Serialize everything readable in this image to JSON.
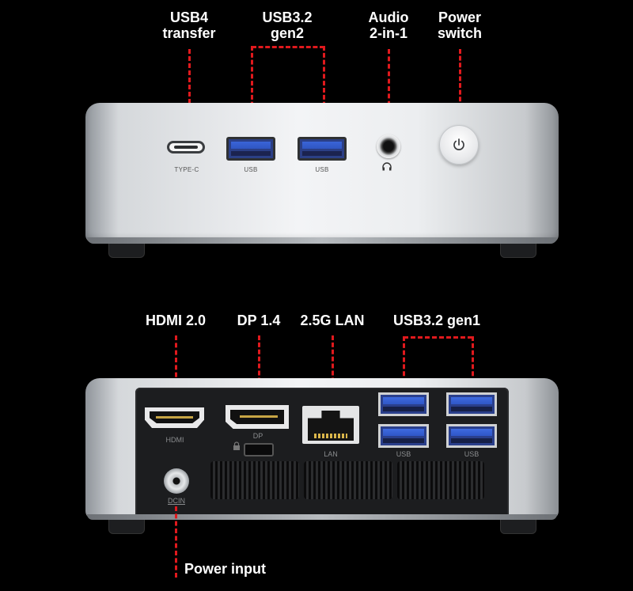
{
  "front": {
    "labels": {
      "usb4": [
        "USB4",
        "transfer"
      ],
      "usb32gen2": [
        "USB3.2",
        "gen2"
      ],
      "audio": [
        "Audio",
        "2-in-1"
      ],
      "power": [
        "Power",
        "switch"
      ]
    },
    "port_text": {
      "typec": "TYPE-C",
      "usb_a": "USB",
      "usb_b": "USB"
    }
  },
  "back": {
    "labels": {
      "hdmi": "HDMI 2.0",
      "dp": "DP 1.4",
      "lan": "2.5G LAN",
      "usb32gen1": "USB3.2 gen1",
      "power_input": "Power input"
    },
    "port_text": {
      "hdmi": "HDMI",
      "dp": "DP",
      "lan": "LAN",
      "usb_a": "USB",
      "usb_b": "USB",
      "dcin": "DCIN"
    }
  },
  "colors": {
    "callout_line": "#e0191d",
    "label": "#ffffff",
    "background": "#000000"
  }
}
